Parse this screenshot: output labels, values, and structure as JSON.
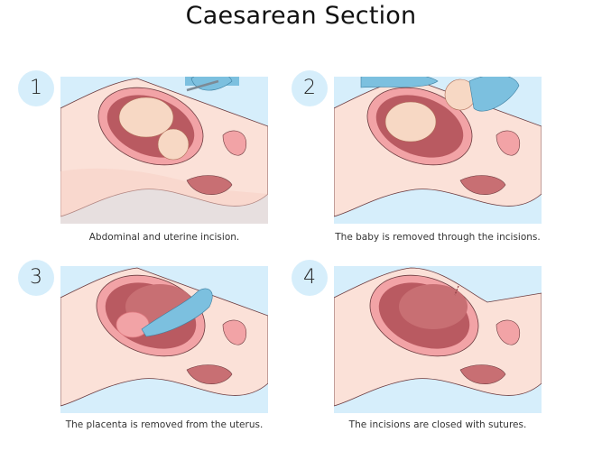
{
  "title": "Caesarean Section",
  "colors": {
    "skin": "#fbe1d8",
    "skin_dark": "#f7cfc3",
    "uterus_wall": "#f2a3a6",
    "uterus_inner": "#c86f73",
    "uterus_cavity": "#b95a61",
    "fetus": "#f7d8c4",
    "glove": "#7cc0df",
    "sheet": "#d6eefb",
    "badge": "#d6eefb",
    "outline": "#6b3b3f"
  },
  "steps": [
    {
      "number": "1",
      "caption": "Abdominal and uterine incision.",
      "illustration": "scalpel-incision"
    },
    {
      "number": "2",
      "caption": "The baby is removed through the incisions.",
      "illustration": "baby-removal"
    },
    {
      "number": "3",
      "caption": "The placenta is removed from the uterus.",
      "illustration": "placenta-removal"
    },
    {
      "number": "4",
      "caption": "The incisions are closed with sutures.",
      "illustration": "sutures-closed"
    }
  ]
}
